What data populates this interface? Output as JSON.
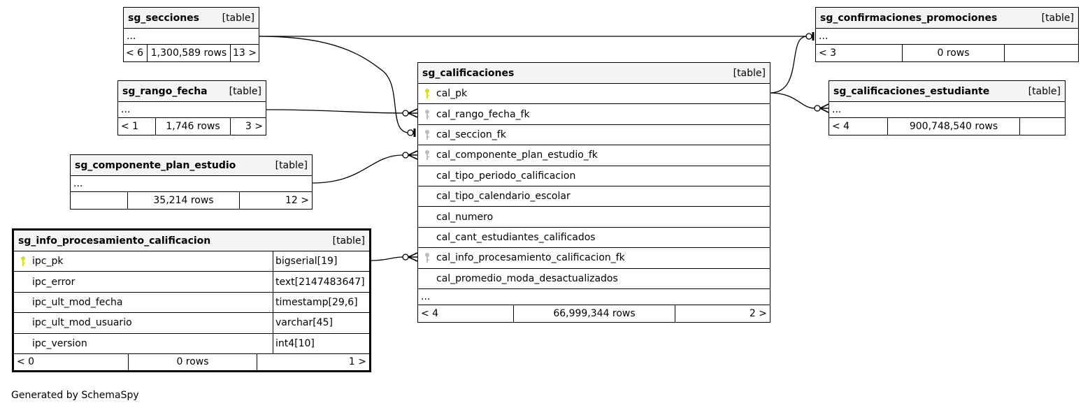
{
  "colors": {
    "pk_key": "#e0e000",
    "fk_key": "#bdbdbd",
    "header_bg": "#f4f4f4",
    "line": "#000000"
  },
  "footer_text": "Generated by SchemaSpy",
  "tables": {
    "sg_secciones": {
      "name": "sg_secciones",
      "kind": "[table]",
      "ellipsis": "...",
      "parents": "< 6",
      "rows": "1,300,589 rows",
      "children": "13 >"
    },
    "sg_rango_fecha": {
      "name": "sg_rango_fecha",
      "kind": "[table]",
      "ellipsis": "...",
      "parents": "< 1",
      "rows": "1,746 rows",
      "children": "3 >"
    },
    "sg_componente_plan_estudio": {
      "name": "sg_componente_plan_estudio",
      "kind": "[table]",
      "ellipsis": "...",
      "parents": "",
      "rows": "35,214 rows",
      "children": "12 >"
    },
    "sg_confirmaciones_promociones": {
      "name": "sg_confirmaciones_promociones",
      "kind": "[table]",
      "ellipsis": "...",
      "parents": "< 3",
      "rows": "0 rows",
      "children": ""
    },
    "sg_calificaciones_estudiante": {
      "name": "sg_calificaciones_estudiante",
      "kind": "[table]",
      "ellipsis": "...",
      "parents": "< 4",
      "rows": "900,748,540 rows",
      "children": ""
    },
    "sg_calificaciones": {
      "name": "sg_calificaciones",
      "kind": "[table]",
      "ellipsis": "...",
      "columns": [
        {
          "name": "cal_pk",
          "key": "pk"
        },
        {
          "name": "cal_rango_fecha_fk",
          "key": "fk"
        },
        {
          "name": "cal_seccion_fk",
          "key": "fk"
        },
        {
          "name": "cal_componente_plan_estudio_fk",
          "key": "fk"
        },
        {
          "name": "cal_tipo_periodo_calificacion",
          "key": ""
        },
        {
          "name": "cal_tipo_calendario_escolar",
          "key": ""
        },
        {
          "name": "cal_numero",
          "key": ""
        },
        {
          "name": "cal_cant_estudiantes_calificados",
          "key": ""
        },
        {
          "name": "cal_info_procesamiento_calificacion_fk",
          "key": "fk"
        },
        {
          "name": "cal_promedio_moda_desactualizados",
          "key": ""
        }
      ],
      "parents": "< 4",
      "rows": "66,999,344 rows",
      "children": "2 >"
    },
    "sg_info_procesamiento_calificacion": {
      "name": "sg_info_procesamiento_calificacion",
      "kind": "[table]",
      "columns": [
        {
          "name": "ipc_pk",
          "type": "bigserial[19]",
          "key": "pk"
        },
        {
          "name": "ipc_error",
          "type": "text[2147483647]",
          "key": ""
        },
        {
          "name": "ipc_ult_mod_fecha",
          "type": "timestamp[29,6]",
          "key": ""
        },
        {
          "name": "ipc_ult_mod_usuario",
          "type": "varchar[45]",
          "key": ""
        },
        {
          "name": "ipc_version",
          "type": "int4[10]",
          "key": ""
        }
      ],
      "parents": "< 0",
      "rows": "0 rows",
      "children": "1 >"
    }
  }
}
